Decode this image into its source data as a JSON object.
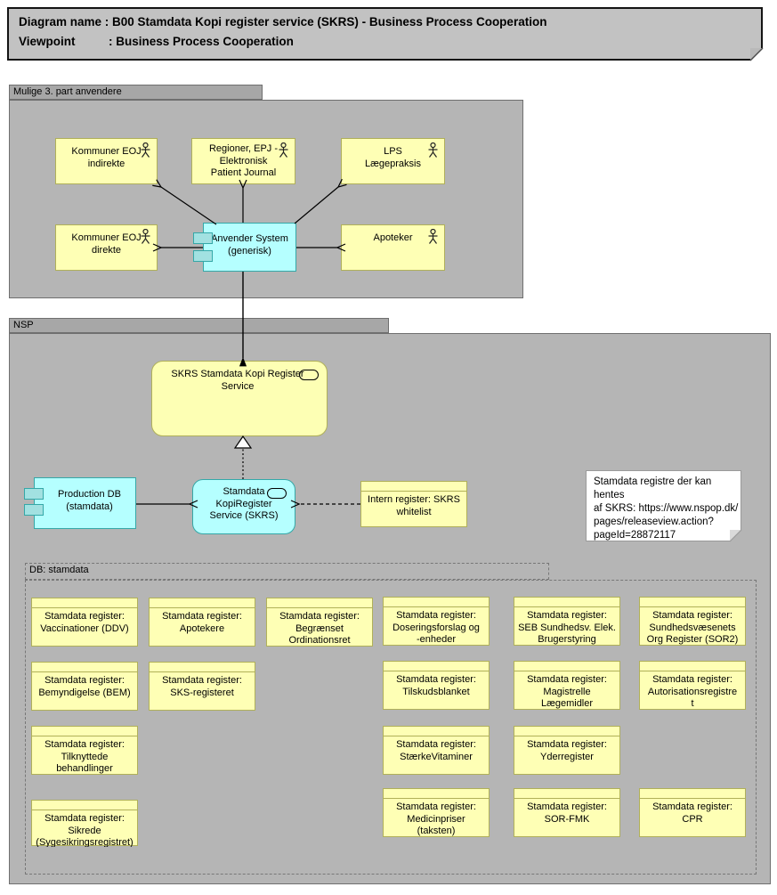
{
  "title_block": {
    "line1": "Diagram name : B00 Stamdata Kopi register service (SKRS) - Business Process Cooperation",
    "line2": "Viewpoint          : Business Process Cooperation"
  },
  "mulige_group": {
    "label": "Mulige 3. part anvendere",
    "actors": [
      {
        "label": "Kommuner EOJ\nindirekte"
      },
      {
        "label": "Regioner, EPJ -\nElektronisk\nPatient Journal"
      },
      {
        "label": "LPS\nLægepraksis"
      },
      {
        "label": "Kommuner EOJ\ndirekte"
      },
      {
        "label": "Apoteker"
      }
    ],
    "system": {
      "label": "Anvender System\n(generisk)"
    }
  },
  "nsp_group": {
    "label": "NSP",
    "skrs_service": {
      "label": "SKRS Stamdata Kopi Register\nService"
    },
    "production_db": {
      "label": "Production DB\n(stamdata)"
    },
    "kopi_service": {
      "label": "Stamdata\nKopiRegister\nService (SKRS)"
    },
    "whitelist": {
      "label": "Intern register: SKRS\nwhitelist"
    },
    "note": {
      "text": "Stamdata registre der kan hentes\naf SKRS: https://www.nspop.dk/\npages/releaseview.action?\npageId=28872117"
    }
  },
  "db_group": {
    "label": "DB: stamdata",
    "registers": [
      {
        "label": "Stamdata register:\nVaccinationer (DDV)"
      },
      {
        "label": "Stamdata register:\nApotekere"
      },
      {
        "label": "Stamdata register:\nBegrænset\nOrdinationsret"
      },
      {
        "label": "Stamdata register:\nDoseringsforslag og\n-enheder"
      },
      {
        "label": "Stamdata register:\nSEB Sundhedsv. Elek.\nBrugerstyring"
      },
      {
        "label": "Stamdata register:\nSundhedsvæsenets\nOrg Register (SOR2)"
      },
      {
        "label": "Stamdata register:\nBemyndigelse (BEM)"
      },
      {
        "label": "Stamdata register:\nSKS-registeret"
      },
      {
        "label": "Stamdata register:\nTilskudsblanket"
      },
      {
        "label": "Stamdata register:\nMagistrelle\nLægemidler"
      },
      {
        "label": "Stamdata register:\nAutorisationsregistre\nt"
      },
      {
        "label": "Stamdata register:\nTilknyttede\nbehandlinger"
      },
      {
        "label": "Stamdata register:\nStærkeVitaminer"
      },
      {
        "label": "Stamdata register:\nYderregister"
      },
      {
        "label": "Stamdata register:\nSikrede\n(Sygesikringsregistret)"
      },
      {
        "label": "Stamdata register:\nMedicinpriser\n(taksten)"
      },
      {
        "label": "Stamdata register:\nSOR-FMK"
      },
      {
        "label": "Stamdata register:\nCPR"
      }
    ]
  },
  "colors": {
    "element_yellow": "#feffb5",
    "element_cyan": "#b5ffff",
    "group_gray": "#b5b5b5",
    "title_gray": "#c2c2c2",
    "yellow_border": "#b0b059",
    "cyan_border": "#35a8a8"
  }
}
